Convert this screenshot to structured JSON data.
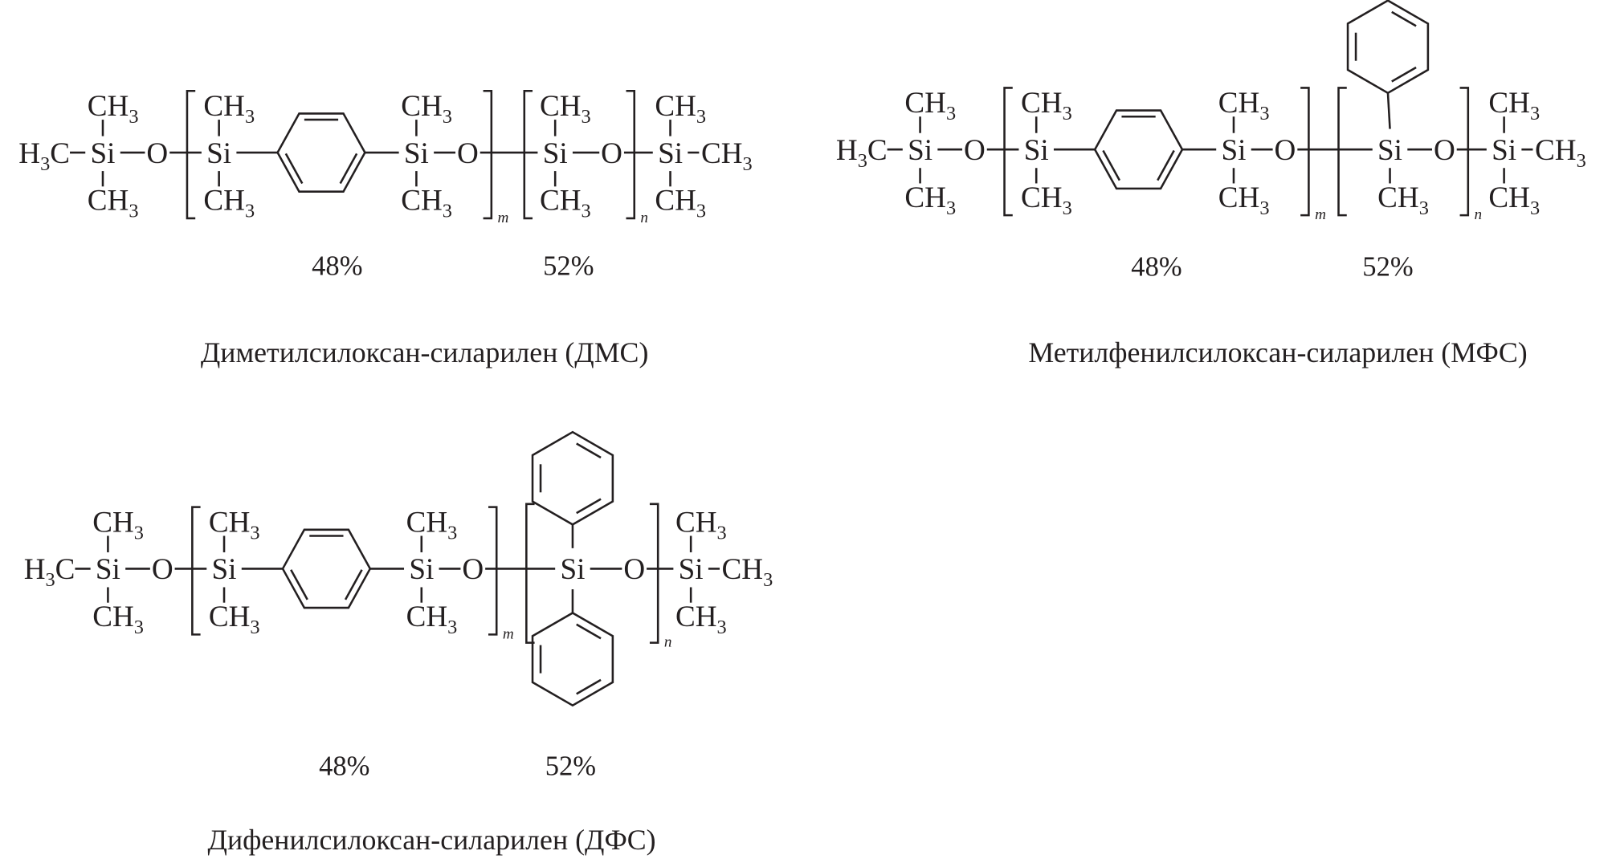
{
  "labels": {
    "ch": "CH",
    "sub3": "3",
    "h": "H",
    "c": "C",
    "si": "Si",
    "o": "O",
    "m": "m",
    "n": "n"
  },
  "structures": [
    {
      "caption": "Диметилсилоксан-силарилен (ДМС)",
      "percent_m": "48%",
      "percent_n": "52%"
    },
    {
      "caption": "Метилфенилсилоксан-силарилен (МФС)",
      "percent_m": "48%",
      "percent_n": "52%"
    },
    {
      "caption": "Дифенилсилоксан-силарилен (ДФС)",
      "percent_m": "48%",
      "percent_n": "52%"
    }
  ]
}
